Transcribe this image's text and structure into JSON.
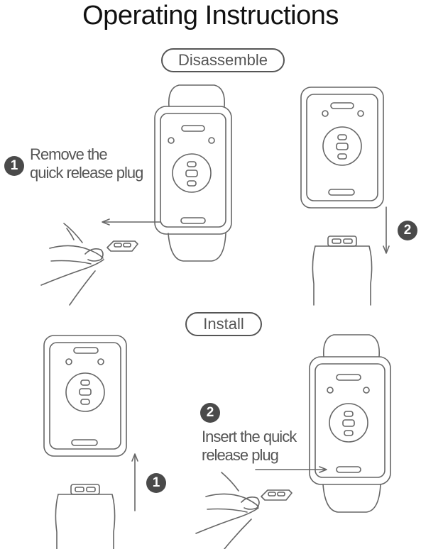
{
  "title": "Operating Instructions",
  "sections": {
    "disassemble": {
      "label": "Disassemble",
      "steps": [
        {
          "number": "1",
          "text_line1": "Remove the",
          "text_line2": "quick release plug"
        },
        {
          "number": "2"
        }
      ]
    },
    "install": {
      "label": "Install",
      "steps": [
        {
          "number": "1"
        },
        {
          "number": "2",
          "text_line1": "Insert the quick",
          "text_line2": "release plug"
        }
      ]
    }
  },
  "colors": {
    "line": "#666666",
    "badge": "#4a4a4a",
    "text": "#555555"
  }
}
